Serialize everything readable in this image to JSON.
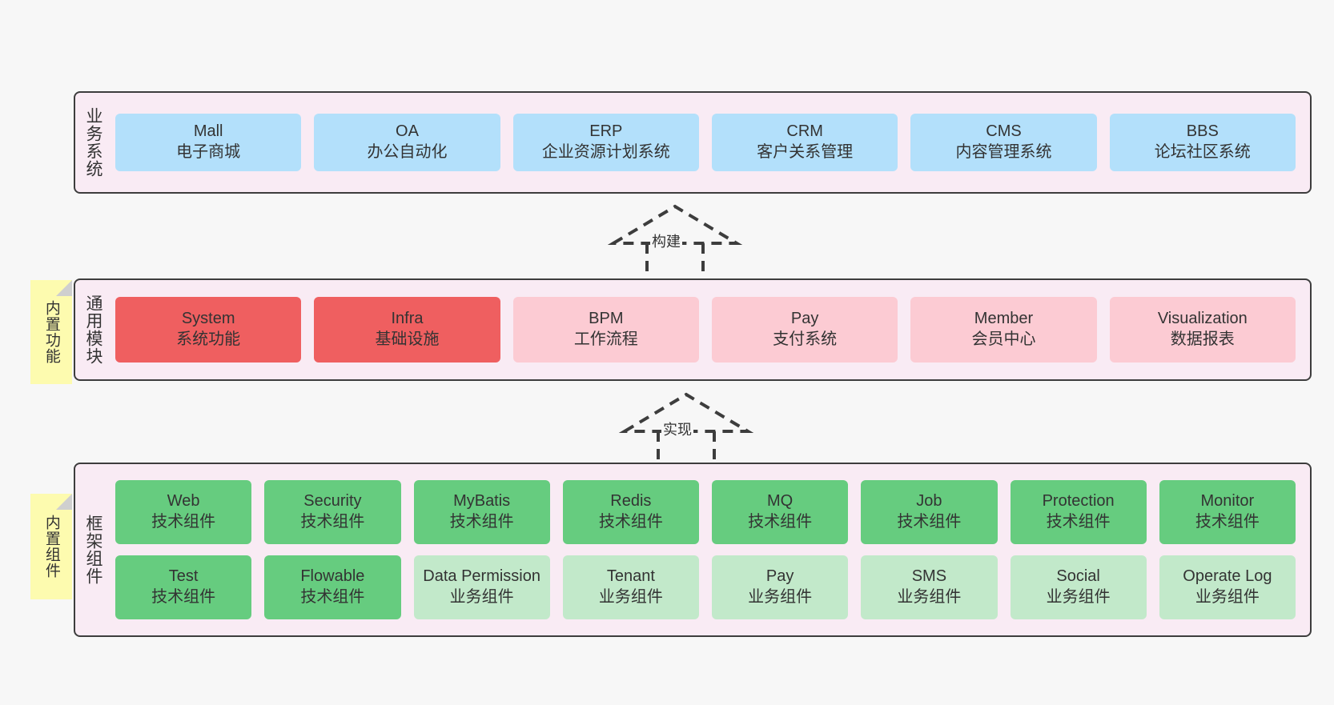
{
  "layers": {
    "business": {
      "title": "业务系统",
      "cards": [
        {
          "name": "Mall",
          "desc": "电子商城"
        },
        {
          "name": "OA",
          "desc": "办公自动化"
        },
        {
          "name": "ERP",
          "desc": "企业资源计划系统"
        },
        {
          "name": "CRM",
          "desc": "客户关系管理"
        },
        {
          "name": "CMS",
          "desc": "内容管理系统"
        },
        {
          "name": "BBS",
          "desc": "论坛社区系统"
        }
      ]
    },
    "modules": {
      "title": "通用模块",
      "note": "内置功能",
      "cards": [
        {
          "name": "System",
          "desc": "系统功能"
        },
        {
          "name": "Infra",
          "desc": "基础设施"
        },
        {
          "name": "BPM",
          "desc": "工作流程"
        },
        {
          "name": "Pay",
          "desc": "支付系统"
        },
        {
          "name": "Member",
          "desc": "会员中心"
        },
        {
          "name": "Visualization",
          "desc": "数据报表"
        }
      ]
    },
    "framework": {
      "title": "框架组件",
      "note": "内置组件",
      "row1": [
        {
          "name": "Web",
          "desc": "技术组件"
        },
        {
          "name": "Security",
          "desc": "技术组件"
        },
        {
          "name": "MyBatis",
          "desc": "技术组件"
        },
        {
          "name": "Redis",
          "desc": "技术组件"
        },
        {
          "name": "MQ",
          "desc": "技术组件"
        },
        {
          "name": "Job",
          "desc": "技术组件"
        },
        {
          "name": "Protection",
          "desc": "技术组件"
        },
        {
          "name": "Monitor",
          "desc": "技术组件"
        }
      ],
      "row2": [
        {
          "name": "Test",
          "desc": "技术组件"
        },
        {
          "name": "Flowable",
          "desc": "技术组件"
        },
        {
          "name": "Data Permission",
          "desc": "业务组件"
        },
        {
          "name": "Tenant",
          "desc": "业务组件"
        },
        {
          "name": "Pay",
          "desc": "业务组件"
        },
        {
          "name": "SMS",
          "desc": "业务组件"
        },
        {
          "name": "Social",
          "desc": "业务组件"
        },
        {
          "name": "Operate Log",
          "desc": "业务组件"
        }
      ]
    }
  },
  "connectors": {
    "build": "构建",
    "implement": "实现"
  },
  "colors": {
    "band_background": "#f9ebf4",
    "band_border": "#3d3d3d",
    "business_card": "#b3e0fb",
    "module_card_strong": "#ef5f60",
    "module_card_soft": "#fccbd3",
    "framework_card_strong": "#66cc7f",
    "framework_card_soft": "#c2e9ca",
    "note_background": "#fdfbaf",
    "page_background": "#f7f7f7"
  }
}
